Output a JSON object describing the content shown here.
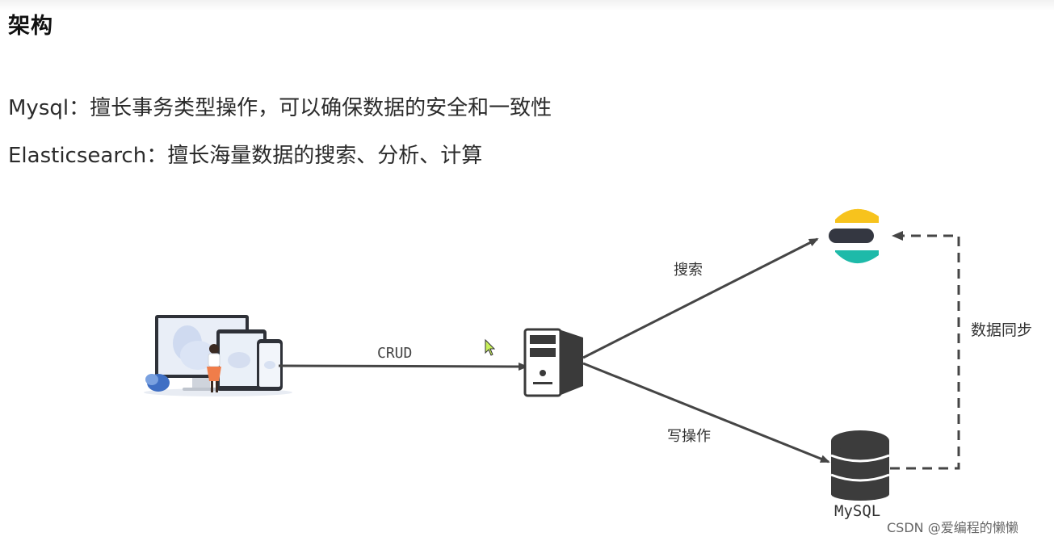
{
  "title": "架构",
  "description": [
    "Mysql：擅长事务类型操作，可以确保数据的安全和一致性",
    "Elasticsearch：擅长海量数据的搜索、分析、计算"
  ],
  "diagram": {
    "crud_label": "CRUD",
    "search_label": "搜索",
    "write_label": "写操作",
    "sync_label": "数据同步",
    "mysql_label": "MySQL"
  },
  "watermark": "CSDN @爱编程的懒懒",
  "colors": {
    "arrow": "#454545",
    "es_yellow": "#f7c31d",
    "es_dark": "#343741",
    "es_teal": "#1ebaa9",
    "db_dark": "#3c3c3c",
    "server_dark": "#3a3a3a",
    "device_blue": "#3f6fc4",
    "person_orange": "#f07d4a"
  }
}
